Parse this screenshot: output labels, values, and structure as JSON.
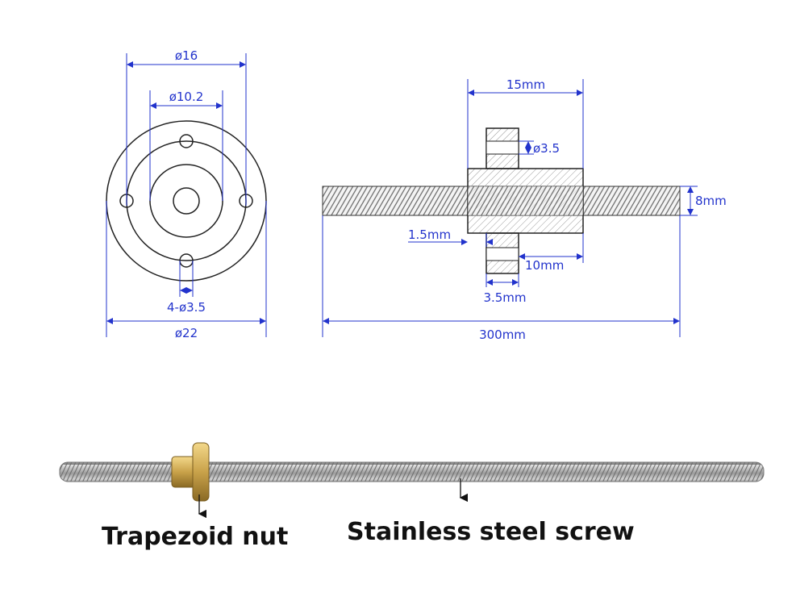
{
  "front_view": {
    "dims": {
      "outer": "ø16",
      "inner": "ø10.2",
      "holes": "4-ø3.5",
      "flange": "ø22"
    }
  },
  "side_view": {
    "dims": {
      "nut_length": "15mm",
      "hole_dia": "ø3.5",
      "rod_dia": "8mm",
      "flange_step": "1.5mm",
      "body_length": "10mm",
      "flange_width": "3.5mm",
      "rod_length": "300mm"
    }
  },
  "photo": {
    "nut_label": "Trapezoid nut",
    "screw_label": "Stainless steel screw"
  },
  "colors": {
    "dimension": "#2233cc",
    "brass": "#c9a24a",
    "steel": "#a8a8a8"
  }
}
